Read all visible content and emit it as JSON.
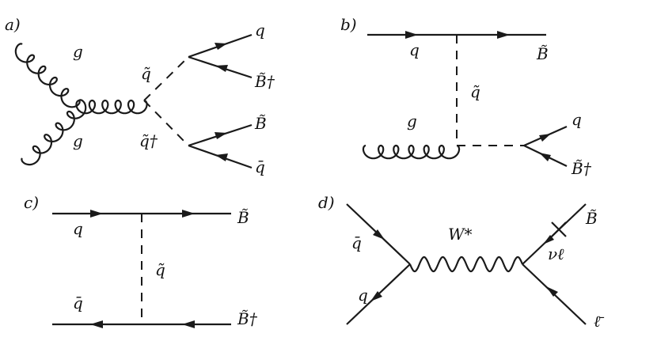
{
  "panels": {
    "a": {
      "tag": "a)",
      "labels": {
        "g_top": "g",
        "g_bottom": "g",
        "sq": "q̃",
        "sq_dag": "q̃†",
        "q": "q",
        "bino_dag": "B̃†",
        "bino": "B̃",
        "qbar": "q̄"
      }
    },
    "b": {
      "tag": "b)",
      "labels": {
        "q": "q",
        "bino": "B̃",
        "sq": "q̃",
        "g": "g",
        "q_out": "q",
        "bino_dag": "B̃†"
      }
    },
    "c": {
      "tag": "c)",
      "labels": {
        "q": "q",
        "bino": "B̃",
        "sq": "q̃",
        "qbar": "q̄",
        "bino_dag": "B̃†"
      }
    },
    "d": {
      "tag": "d)",
      "labels": {
        "qbar": "q̄",
        "q": "q",
        "w": "W*",
        "bino": "B̃",
        "nu": "νℓ",
        "lbar": "ℓ̄"
      }
    }
  }
}
